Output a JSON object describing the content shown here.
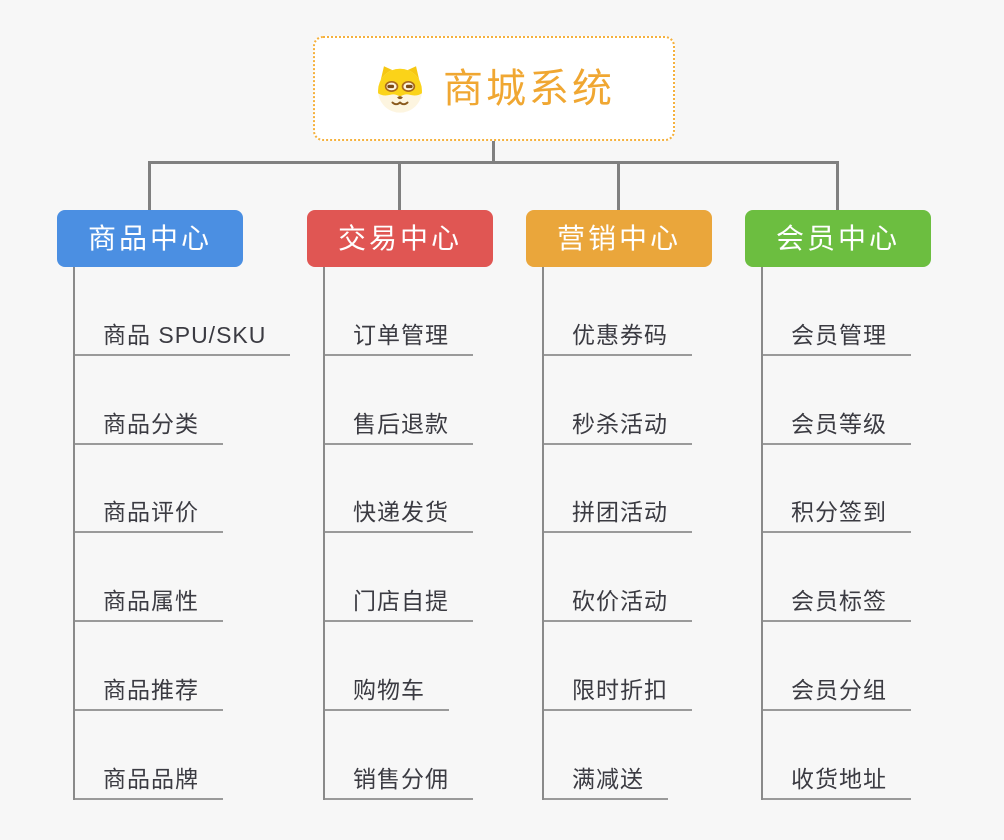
{
  "root": {
    "title": "商城系统",
    "icon": "dog-face-icon"
  },
  "branches": [
    {
      "label": "商品中心",
      "color": "#4b8fe2",
      "items": [
        "商品 SPU/SKU",
        "商品分类",
        "商品评价",
        "商品属性",
        "商品推荐",
        "商品品牌"
      ]
    },
    {
      "label": "交易中心",
      "color": "#e05653",
      "items": [
        "订单管理",
        "售后退款",
        "快递发货",
        "门店自提",
        "购物车",
        "销售分佣"
      ]
    },
    {
      "label": "营销中心",
      "color": "#eaa63b",
      "items": [
        "优惠券码",
        "秒杀活动",
        "拼团活动",
        "砍价活动",
        "限时折扣",
        "满减送"
      ]
    },
    {
      "label": "会员中心",
      "color": "#6cbe40",
      "items": [
        "会员管理",
        "会员等级",
        "积分签到",
        "会员标签",
        "会员分组",
        "收货地址"
      ]
    }
  ],
  "colors": {
    "background": "#f7f7f7",
    "root_border": "#f5b13d",
    "root_title": "#f0a732",
    "connector": "#808080",
    "trunk": "#8a8a8a",
    "underline": "#9a9a9a",
    "item_text": "#3b3b42"
  }
}
